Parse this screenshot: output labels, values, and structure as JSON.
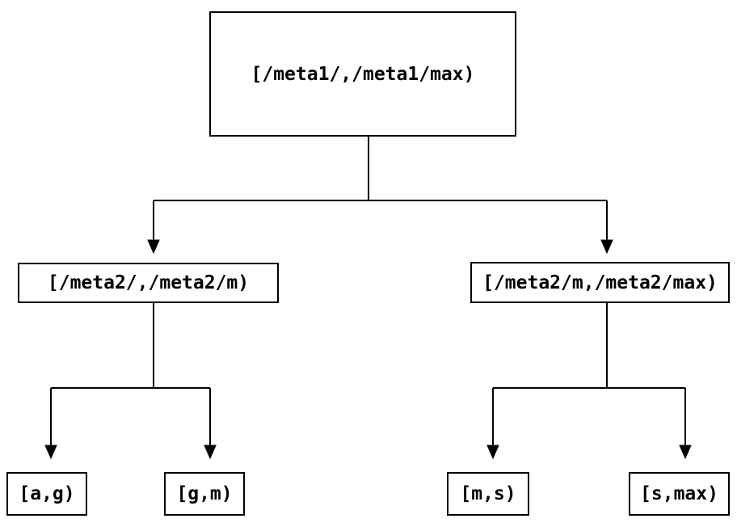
{
  "diagram": {
    "type": "binary-interval-tree",
    "nodes": {
      "root": {
        "label": "[/meta1/,/meta1/max)"
      },
      "left": {
        "label": "[/meta2/,/meta2/m)"
      },
      "right": {
        "label": "[/meta2/m,/meta2/max)"
      },
      "left_left": {
        "label": "[a,g)"
      },
      "left_right": {
        "label": "[g,m)"
      },
      "right_left": {
        "label": "[m,s)"
      },
      "right_right": {
        "label": "[s,max)"
      }
    },
    "edges": [
      {
        "from": "root",
        "to": "left"
      },
      {
        "from": "root",
        "to": "right"
      },
      {
        "from": "left",
        "to": "left_left"
      },
      {
        "from": "left",
        "to": "left_right"
      },
      {
        "from": "right",
        "to": "right_left"
      },
      {
        "from": "right",
        "to": "right_right"
      }
    ]
  },
  "colors": {
    "line": "#000000",
    "text": "#000000",
    "background": "#ffffff"
  }
}
